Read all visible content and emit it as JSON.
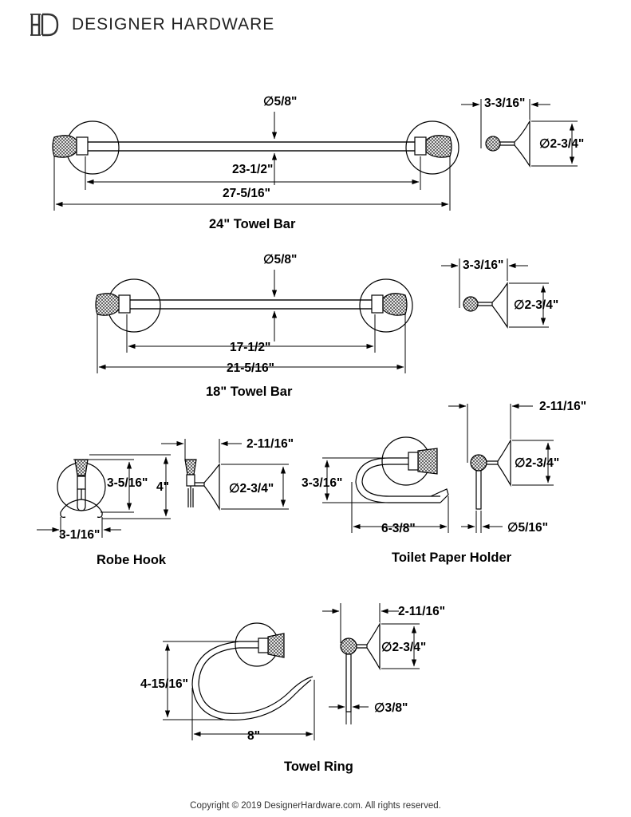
{
  "header": {
    "brand_name": "DESIGNER HARDWARE",
    "logo_letters": "DH"
  },
  "towel_bar_24": {
    "caption": "24\" Towel Bar",
    "diameter": "∅5/8\"",
    "inner_width": "23-1/2\"",
    "overall_width": "27-5/16\"",
    "projection": "3-3/16\"",
    "flange_diameter": "∅2-3/4\""
  },
  "towel_bar_18": {
    "caption": "18\" Towel Bar",
    "diameter": "∅5/8\"",
    "inner_width": "17-1/2\"",
    "overall_width": "21-5/16\"",
    "projection": "3-3/16\"",
    "flange_diameter": "∅2-3/4\""
  },
  "robe_hook": {
    "caption": "Robe Hook",
    "hook_height": "3-5/16\"",
    "overall_height": "4\"",
    "width": "3-1/16\"",
    "projection": "2-11/16\"",
    "flange_diameter": "∅2-3/4\""
  },
  "toilet_paper_holder": {
    "caption": "Toilet Paper Holder",
    "height": "3-3/16\"",
    "width": "6-3/8\"",
    "projection": "2-11/16\"",
    "flange_diameter": "∅2-3/4\"",
    "rod_diameter": "∅5/16\""
  },
  "towel_ring": {
    "caption": "Towel Ring",
    "height": "4-15/16\"",
    "width": "8\"",
    "projection": "2-11/16\"",
    "flange_diameter": "∅2-3/4\"",
    "rod_diameter": "∅3/8\""
  },
  "footer": {
    "copyright": "Copyright © 2019 DesignerHardware.com. All rights reserved."
  }
}
